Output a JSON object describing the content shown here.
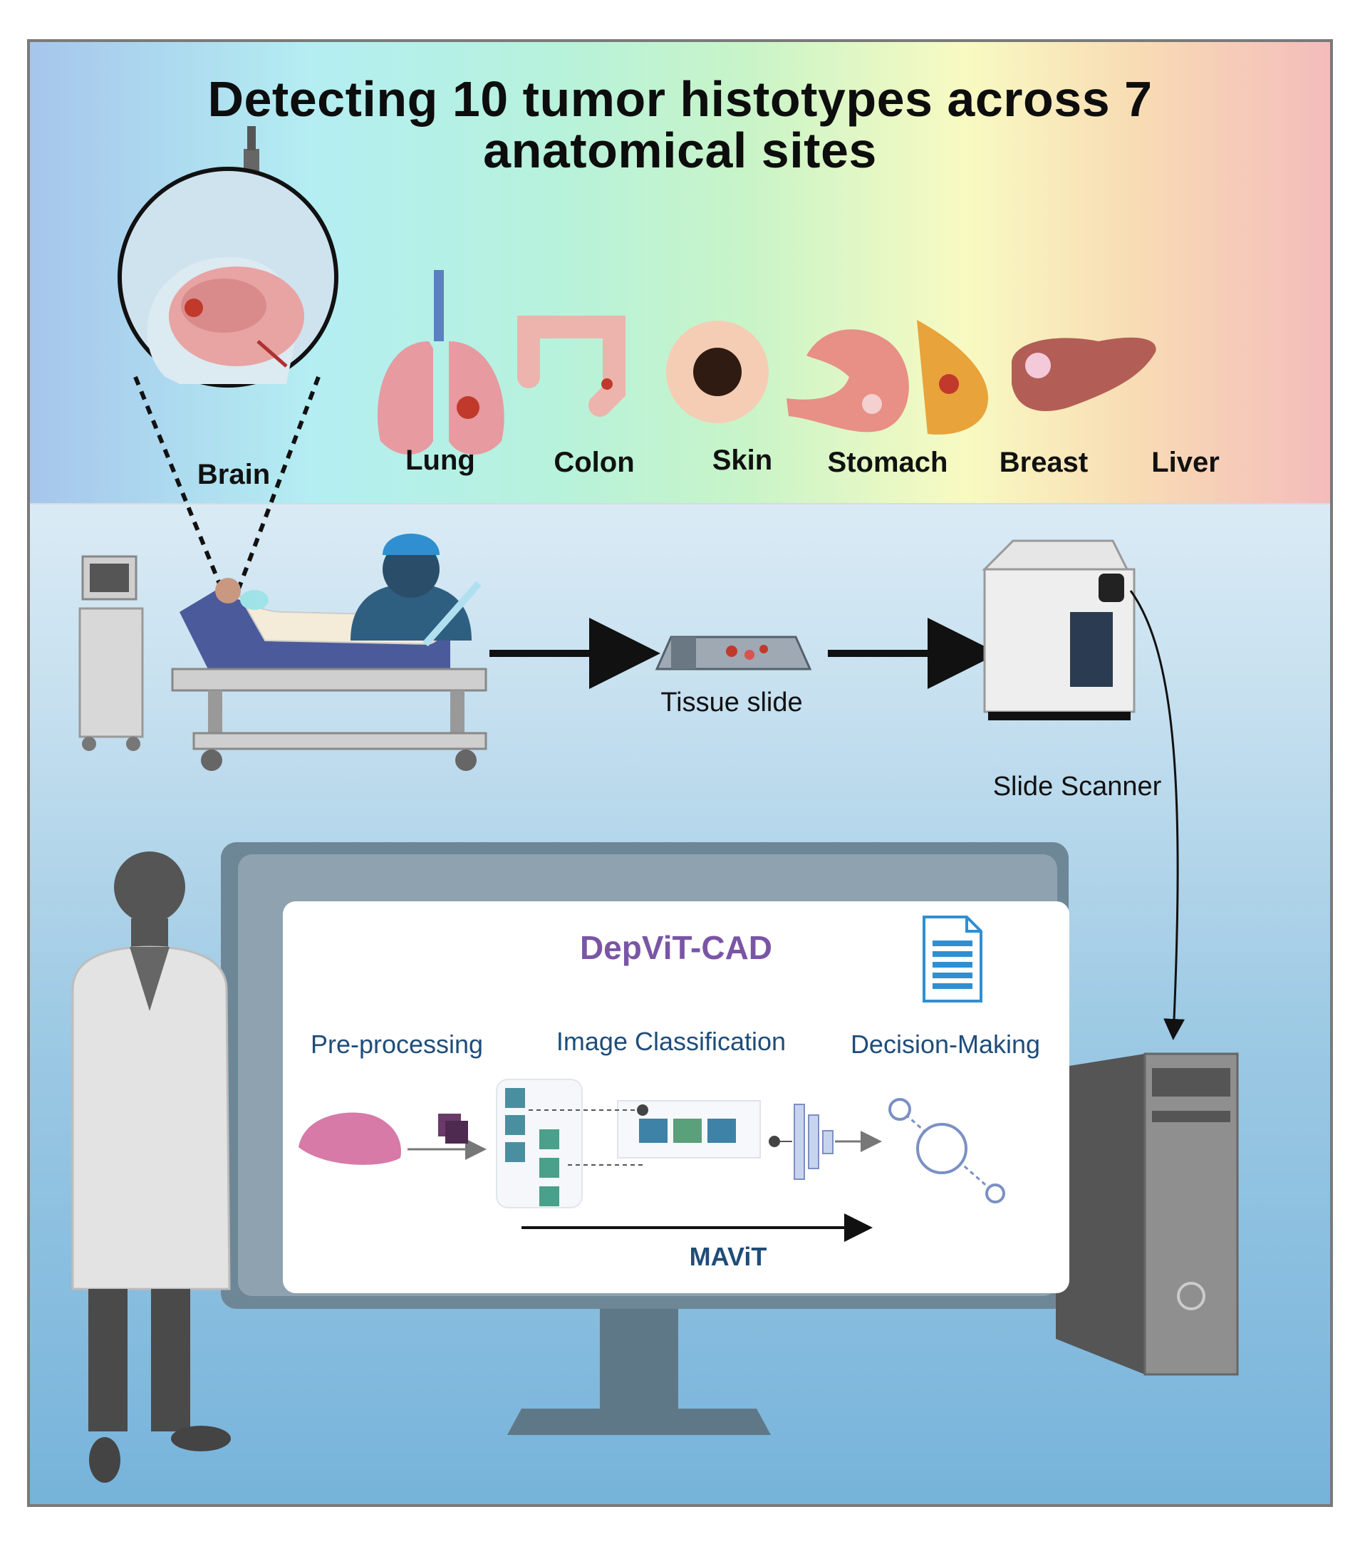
{
  "title_lines": [
    "Detecting 10 tumor histotypes across 7",
    "anatomical sites"
  ],
  "organs": {
    "brain": "Brain",
    "lung": "Lung",
    "colon": "Colon",
    "skin": "Skin",
    "stomach": "Stomach",
    "breast": "Breast",
    "liver": "Liver"
  },
  "workflow": {
    "tissue_slide": "Tissue slide",
    "slide_scanner": "Slide Scanner"
  },
  "screen": {
    "app_title": "DepViT-CAD",
    "stages": [
      "Pre-processing",
      "Image Classification",
      "Decision-Making"
    ],
    "model_name": "MAViT"
  },
  "colors": {
    "title_text": "#0d0d0d",
    "app_title": "#7a55a6",
    "stage_text": "#1f4d7a",
    "monitor_frame": "#6e8797",
    "document_icon": "#2f8fd0"
  }
}
